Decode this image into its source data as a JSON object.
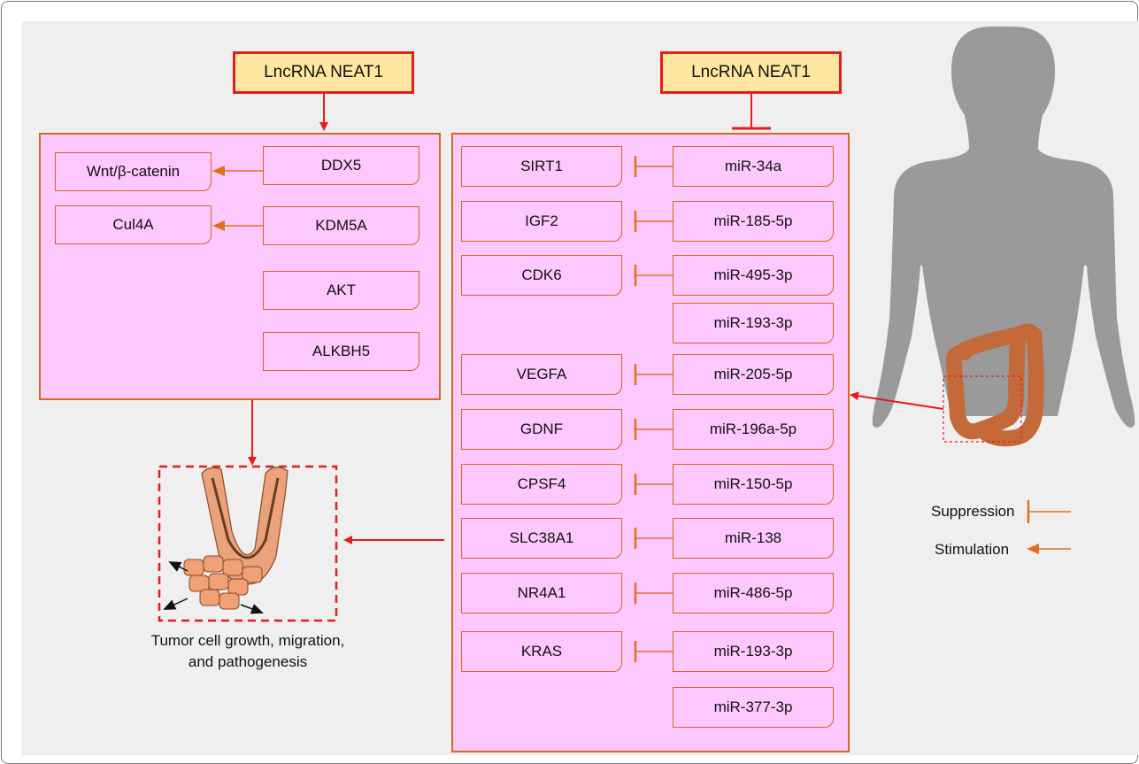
{
  "top_labels": {
    "left": "LncRNA NEAT1",
    "right": "LncRNA NEAT1"
  },
  "left_panel": {
    "pairs": [
      {
        "target": "Wnt/β-catenin",
        "source": "DDX5"
      },
      {
        "target": "Cul4A",
        "source": "KDM5A"
      }
    ],
    "singles": [
      "AKT",
      "ALKBH5"
    ]
  },
  "right_panel": {
    "rows": [
      {
        "gene": "SIRT1",
        "mirna": "miR-34a"
      },
      {
        "gene": "IGF2",
        "mirna": "miR-185-5p"
      },
      {
        "gene": "CDK6",
        "mirna": "miR-495-3p"
      },
      {
        "gene": "",
        "mirna": "miR-193-3p"
      },
      {
        "gene": "VEGFA",
        "mirna": "miR-205-5p"
      },
      {
        "gene": "GDNF",
        "mirna": "miR-196a-5p"
      },
      {
        "gene": "CPSF4",
        "mirna": "miR-150-5p"
      },
      {
        "gene": "SLC38A1",
        "mirna": "miR-138"
      },
      {
        "gene": "NR4A1",
        "mirna": "miR-486-5p"
      },
      {
        "gene": "KRAS",
        "mirna": "miR-193-3p"
      },
      {
        "gene": "",
        "mirna": "miR-377-3p"
      }
    ]
  },
  "outcome": {
    "line1": "Tumor cell growth, migration,",
    "line2": "and pathogenesis"
  },
  "legend": {
    "suppression": "Suppression",
    "stimulation": "Stimulation"
  },
  "colors": {
    "box_fill": "#fdc8fd",
    "box_border": "#d2691e",
    "label_fill": "#ffe7a1",
    "label_border": "#e51c1c",
    "arrow_red": "#e51c1c",
    "inhibit_orange": "#e0701e",
    "body_silhouette": "#9a9a9a",
    "colon": "#c4693a"
  }
}
